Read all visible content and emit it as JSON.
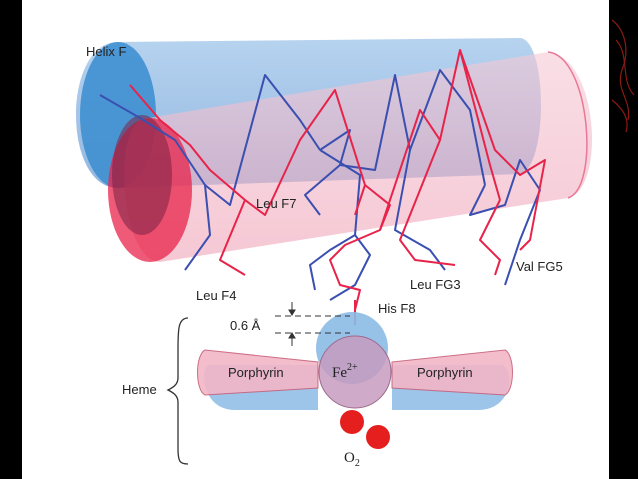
{
  "labels": {
    "helix_f": "Helix F",
    "leu_f7": "Leu F7",
    "leu_f4": "Leu F4",
    "leu_fg3": "Leu FG3",
    "val_fg5": "Val FG5",
    "his_f8": "His F8",
    "distance": "0.6 Å",
    "heme": "Heme",
    "porphyrin_left": "Porphyrin",
    "porphyrin_right": "Porphyrin",
    "fe_base": "Fe",
    "fe_charge": "2+",
    "o2_base": "O",
    "o2_sub": "2"
  },
  "colors": {
    "background": "#000000",
    "panel": "#ffffff",
    "blue_state": "#3a5fb5",
    "red_state": "#e8234a",
    "blue_fill": "#7fb0e0",
    "pink_fill": "#f2b6c6",
    "oxygen": "#e51e1e"
  },
  "icons": {
    "corner_decoration": "ornament-icon"
  }
}
